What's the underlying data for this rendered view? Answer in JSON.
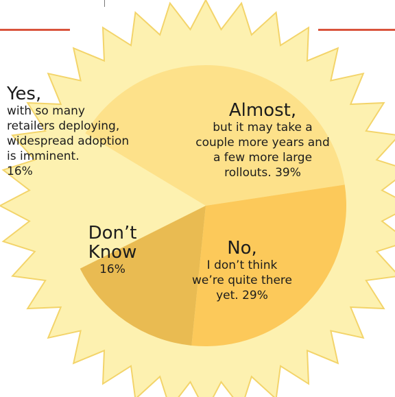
{
  "chart_data": {
    "type": "pie",
    "title": "",
    "categories": [
      "Yes",
      "Almost",
      "No",
      "Don’t Know"
    ],
    "values": [
      16,
      39,
      29,
      16
    ],
    "colors": [
      "#fdf1b0",
      "#fde18a",
      "#fcc95a",
      "#e9bb52"
    ],
    "sunburst_color": "#fdf1b0",
    "accent_color": "#d9533c",
    "labels": {
      "yes": {
        "head": "Yes,",
        "body": [
          "with so many",
          "retailers deploying,",
          "widespread adoption",
          "is imminent.",
          "16%"
        ]
      },
      "almost": {
        "head": "Almost,",
        "body": [
          "but it may take a",
          "couple more years and",
          "a few more large",
          "rollouts. 39%"
        ]
      },
      "no": {
        "head": "No,",
        "body": [
          "I don’t think",
          "we’re quite there",
          "yet. 29%"
        ]
      },
      "dontknow": {
        "head": [
          "Don’t",
          "Know"
        ],
        "body": [
          "16%"
        ]
      }
    }
  }
}
